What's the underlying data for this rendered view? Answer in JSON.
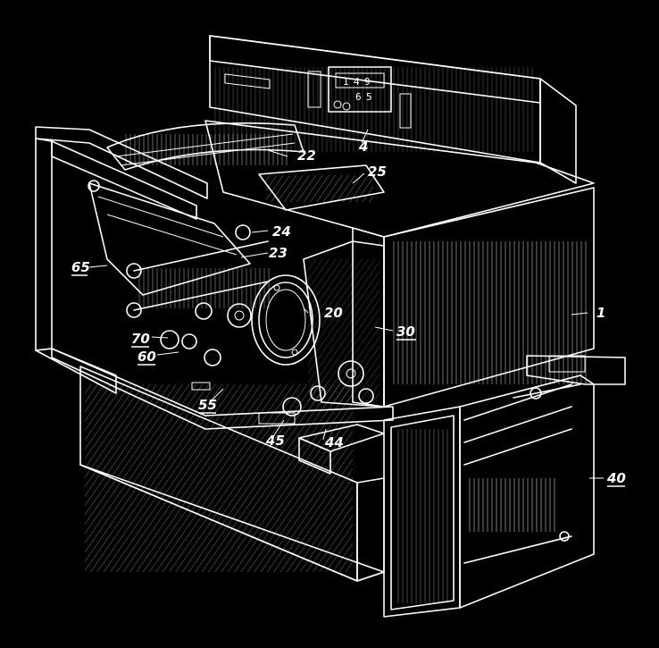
{
  "figure": {
    "background_color": "#000000",
    "line_color": "#ffffff"
  },
  "panel_display": [
    "1",
    "4",
    "9",
    "6",
    "5"
  ],
  "labels": {
    "l1": "1",
    "l4": "4",
    "l20": "20",
    "l22": "22",
    "l23": "23",
    "l24": "24",
    "l25": "25",
    "l30": "30",
    "l40": "40",
    "l44": "44",
    "l45": "45",
    "l55": "55",
    "l60": "60",
    "l65": "65",
    "l70": "70"
  }
}
